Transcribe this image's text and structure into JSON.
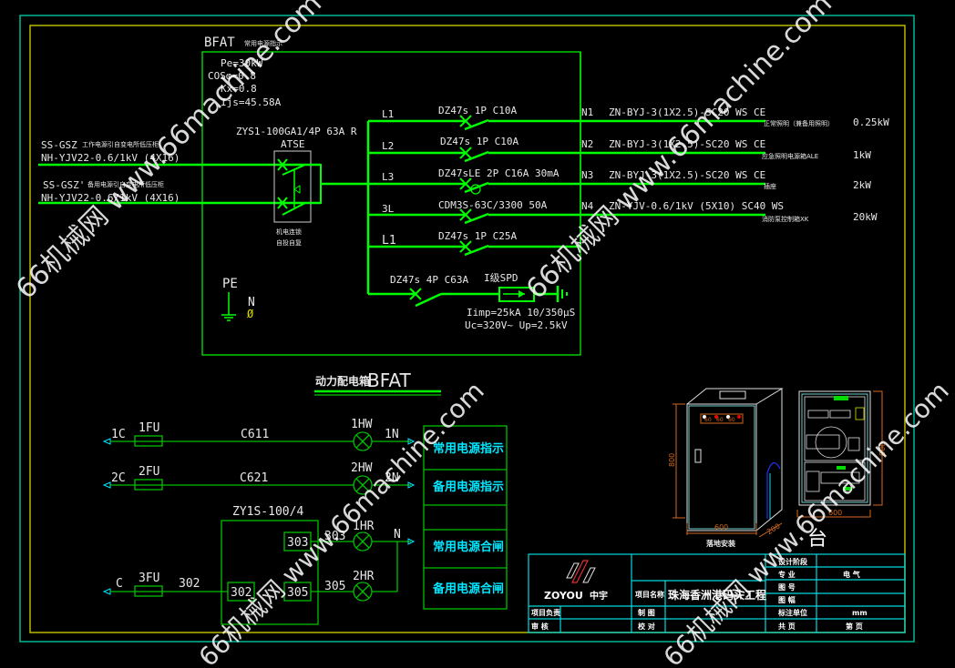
{
  "drawing": {
    "box_name": "BFAT",
    "box_subtitle": "常用电源指示",
    "params": [
      "Pe=30kW",
      "COSφ=0.8",
      "Kx=0.8",
      "Ijs=45.58A"
    ],
    "incoming": [
      {
        "label": "SS-GSZ",
        "note": "工作电源引自变电所低压柜",
        "cable": "NH-YJV22-0.6/1kV (4X16)"
      },
      {
        "label": "SS-GSZ'",
        "note": "备用电源引自变电所低压柜",
        "cable": "NH-YJV22-0.6/1kV (4X16)"
      }
    ],
    "atse": {
      "model": "ZYS1-100GA1/4P 63A R",
      "type": "ATSE",
      "note1": "机电连锁",
      "note2": "自投自复"
    },
    "branches": [
      {
        "phase": "L1",
        "breaker": "DZ47s 1P C10A",
        "circuit": "N1",
        "cable": "ZN-BYJ-3(1X2.5)-SC20 WS CE",
        "load": "正常照明（兼备用照明）",
        "power": "0.25kW"
      },
      {
        "phase": "L2",
        "breaker": "DZ47s 1P C10A",
        "circuit": "N2",
        "cable": "ZN-BYJ-3(1X2.5)-SC20 WS CE",
        "load": "应急照明电源箱ALE",
        "power": "1kW"
      },
      {
        "phase": "L3",
        "breaker": "DZ47sLE 2P C16A 30mA",
        "circuit": "N3",
        "cable": "ZN-BYJ-3(1X2.5)-SC20 WS CE",
        "load": "插座",
        "power": "2kW"
      },
      {
        "phase": "3L",
        "breaker": "CDM3S-63C/3300 50A",
        "circuit": "N4",
        "cable": "ZN-YJV-0.6/1kV (5X10) SC40 WS",
        "load": "消防泵控制箱XK",
        "power": "20kW"
      },
      {
        "phase": "L1",
        "breaker": "DZ47s 1P C25A",
        "circuit": "",
        "cable": "",
        "load": "",
        "power": ""
      }
    ],
    "spd": {
      "breaker": "DZ47s 4P C63A",
      "label": "I级SPD",
      "spec1": "Iimp=25kA 10/350μS",
      "spec2": "Uc=320V~ Up=2.5kV"
    },
    "pe_label": "PE",
    "n_label": "N",
    "n_symbol": "Ø",
    "title": "动力配电箱",
    "title_code": "BFAT"
  },
  "control": {
    "rows": [
      {
        "left": "1C",
        "fuse": "1FU",
        "wire": "C611",
        "lamp": "1HW",
        "right": "1N"
      },
      {
        "left": "2C",
        "fuse": "2FU",
        "wire": "C621",
        "lamp": "2HW",
        "right": "2N"
      }
    ],
    "switch": {
      "model": "ZY1S-100/4",
      "terms": [
        "303",
        "302",
        "305"
      ]
    },
    "row3": {
      "left": "C",
      "fuse": "3FU",
      "wire": "302",
      "w303": "303",
      "w305": "305",
      "lamp1": "1HR",
      "lamp2": "2HR",
      "right": "N"
    },
    "legend": [
      "常用电源指示",
      "备用电源指示",
      "",
      "常用电源合闸",
      "备用电源合闸"
    ]
  },
  "install": {
    "caption": "落地安装",
    "front_width": "600",
    "side_depth": "200",
    "height": "800",
    "panel_width": "600",
    "panel_height": "800",
    "meter_labels": [
      "60",
      "60",
      "60"
    ],
    "extra_char": "台"
  },
  "titleblock": {
    "company_en": "ZOYOU",
    "company_cn": "中宇",
    "project_label": "项目名称",
    "project_name": "珠海香洲港码头工程",
    "rows_right": [
      {
        "k": "设计阶段",
        "v": ""
      },
      {
        "k": "专    业",
        "v": "电    气"
      },
      {
        "k": "图    号",
        "v": ""
      },
      {
        "k": "图    幅",
        "v": ""
      },
      {
        "k": "标注单位",
        "v": "mm"
      },
      {
        "k": "共    页",
        "v": "第    页"
      }
    ],
    "bottom_left": [
      {
        "k": "项目负责",
        "v": "",
        "k2": "制    图",
        "v2": ""
      },
      {
        "k": "审    核",
        "v": "",
        "k2": "校    对",
        "v2": ""
      }
    ]
  },
  "watermark": "66机械网 www.66machine.com",
  "colors": {
    "line": "#00ff00",
    "frame_outer": "#00b894",
    "frame_inner": "#b8b800",
    "cyan": "#00e8ff",
    "orange": "#d2691e"
  }
}
